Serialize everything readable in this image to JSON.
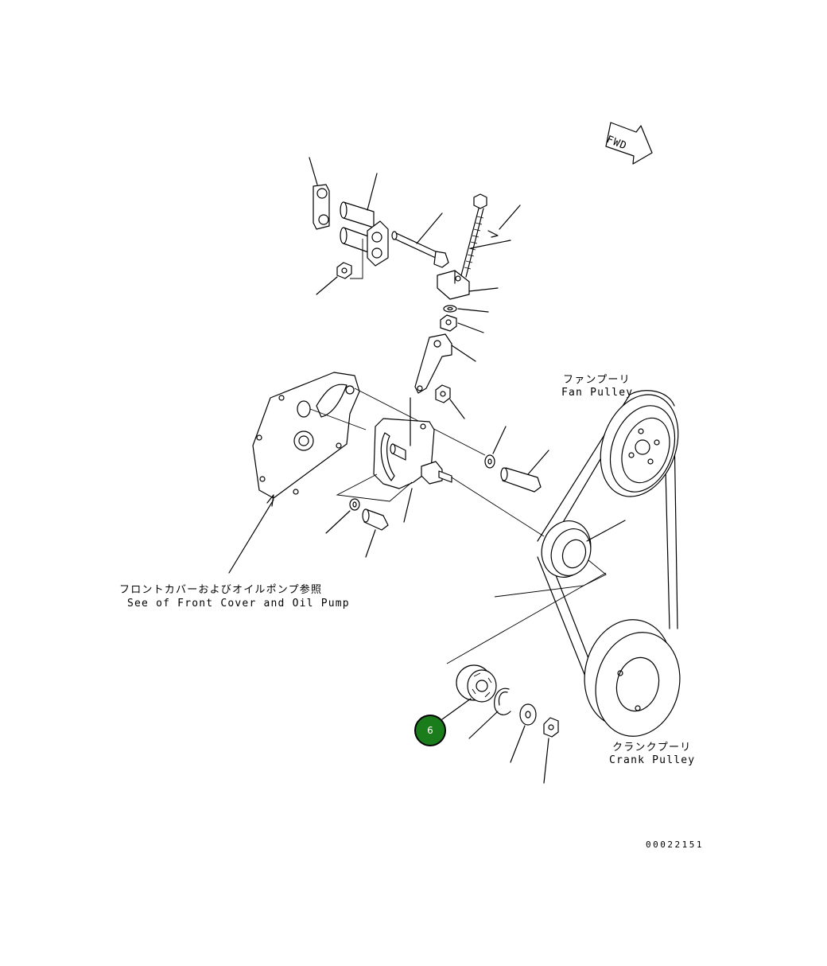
{
  "direction_marker": {
    "text": "FWD"
  },
  "labels": {
    "fan_pulley_jp": "ファンプーリ",
    "fan_pulley_en": "Fan Pulley",
    "front_cover_jp": "フロントカバーおよびオイルポンプ参照",
    "front_cover_en": "See of Front Cover and Oil Pump",
    "crank_pulley_jp": "クランクプーリ",
    "crank_pulley_en": "Crank Pulley"
  },
  "callouts": [
    {
      "number": "6",
      "color": "#1b7c1b"
    }
  ],
  "drawing_number": "00022151"
}
